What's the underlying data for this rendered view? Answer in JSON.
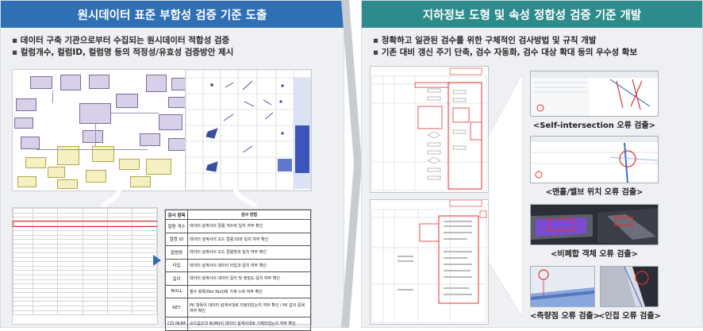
{
  "left": {
    "title": "원시데이터 표준 부합성 검증 기준 도출",
    "bullets": [
      "데이터 구축 기관으로부터 수집되는 원시데이터 적합성 검증",
      "컬럼개수, 컬럼ID, 컬럼명 등의 적정성/유효성 검증방안 제시"
    ],
    "rule_table": {
      "headers": [
        "검사 항목",
        "검사 방법"
      ],
      "rows": [
        [
          "컬럼 개수",
          "데이터 설계서의 컬럼 개수와 일치 여부 확인"
        ],
        [
          "컬럼 ID",
          "데이터 설계서의 오드 컬럼 ID와 일치 여부 확인"
        ],
        [
          "컬럼명",
          "데이터 설계서의 오드 컬럼명과 일치 여부 확인"
        ],
        [
          "타입",
          "데이터 설계서의 데이터 타입과 일치 여부 확인"
        ],
        [
          "길이",
          "데이터 설계서의 데이터 길이 및 정밀도 일치 여부 확인"
        ],
        [
          "NULL",
          "필수 항목(Not Null)에 기재 누락 여부 확인"
        ],
        [
          "KEY",
          "PK 항목이 데이터 설계서대로 지정되었는지 여부 확인 / PK 값의 중복 여부 확인"
        ],
        [
          "CD NUM",
          "오드값(CD NUM)이 데이터 설계서대로 기재되었는지 여부 확인"
        ]
      ]
    }
  },
  "right": {
    "title": "지하정보 도형 및 속성 정합성 검증 기준 개발",
    "bullets": [
      "정확하고 일관된 검수를 위한 구체적인 검사방법 및 규칙 개발",
      "기존 대비 갱신 주기 단축, 검수 자동화, 검수 대상 확대 등의 우수성 확보"
    ],
    "captions": [
      "<Self-intersection 오류 검출>",
      "<맨홀/밸브 위치 오류 검출>",
      "<비폐합 객체 오류 검출>",
      "<측량점 오류 검출>",
      "<인접 오류 검출>"
    ]
  },
  "colors": {
    "left_header": "#2f6fb4",
    "right_header": "#2e8b8b",
    "highlight": "#e23030"
  }
}
